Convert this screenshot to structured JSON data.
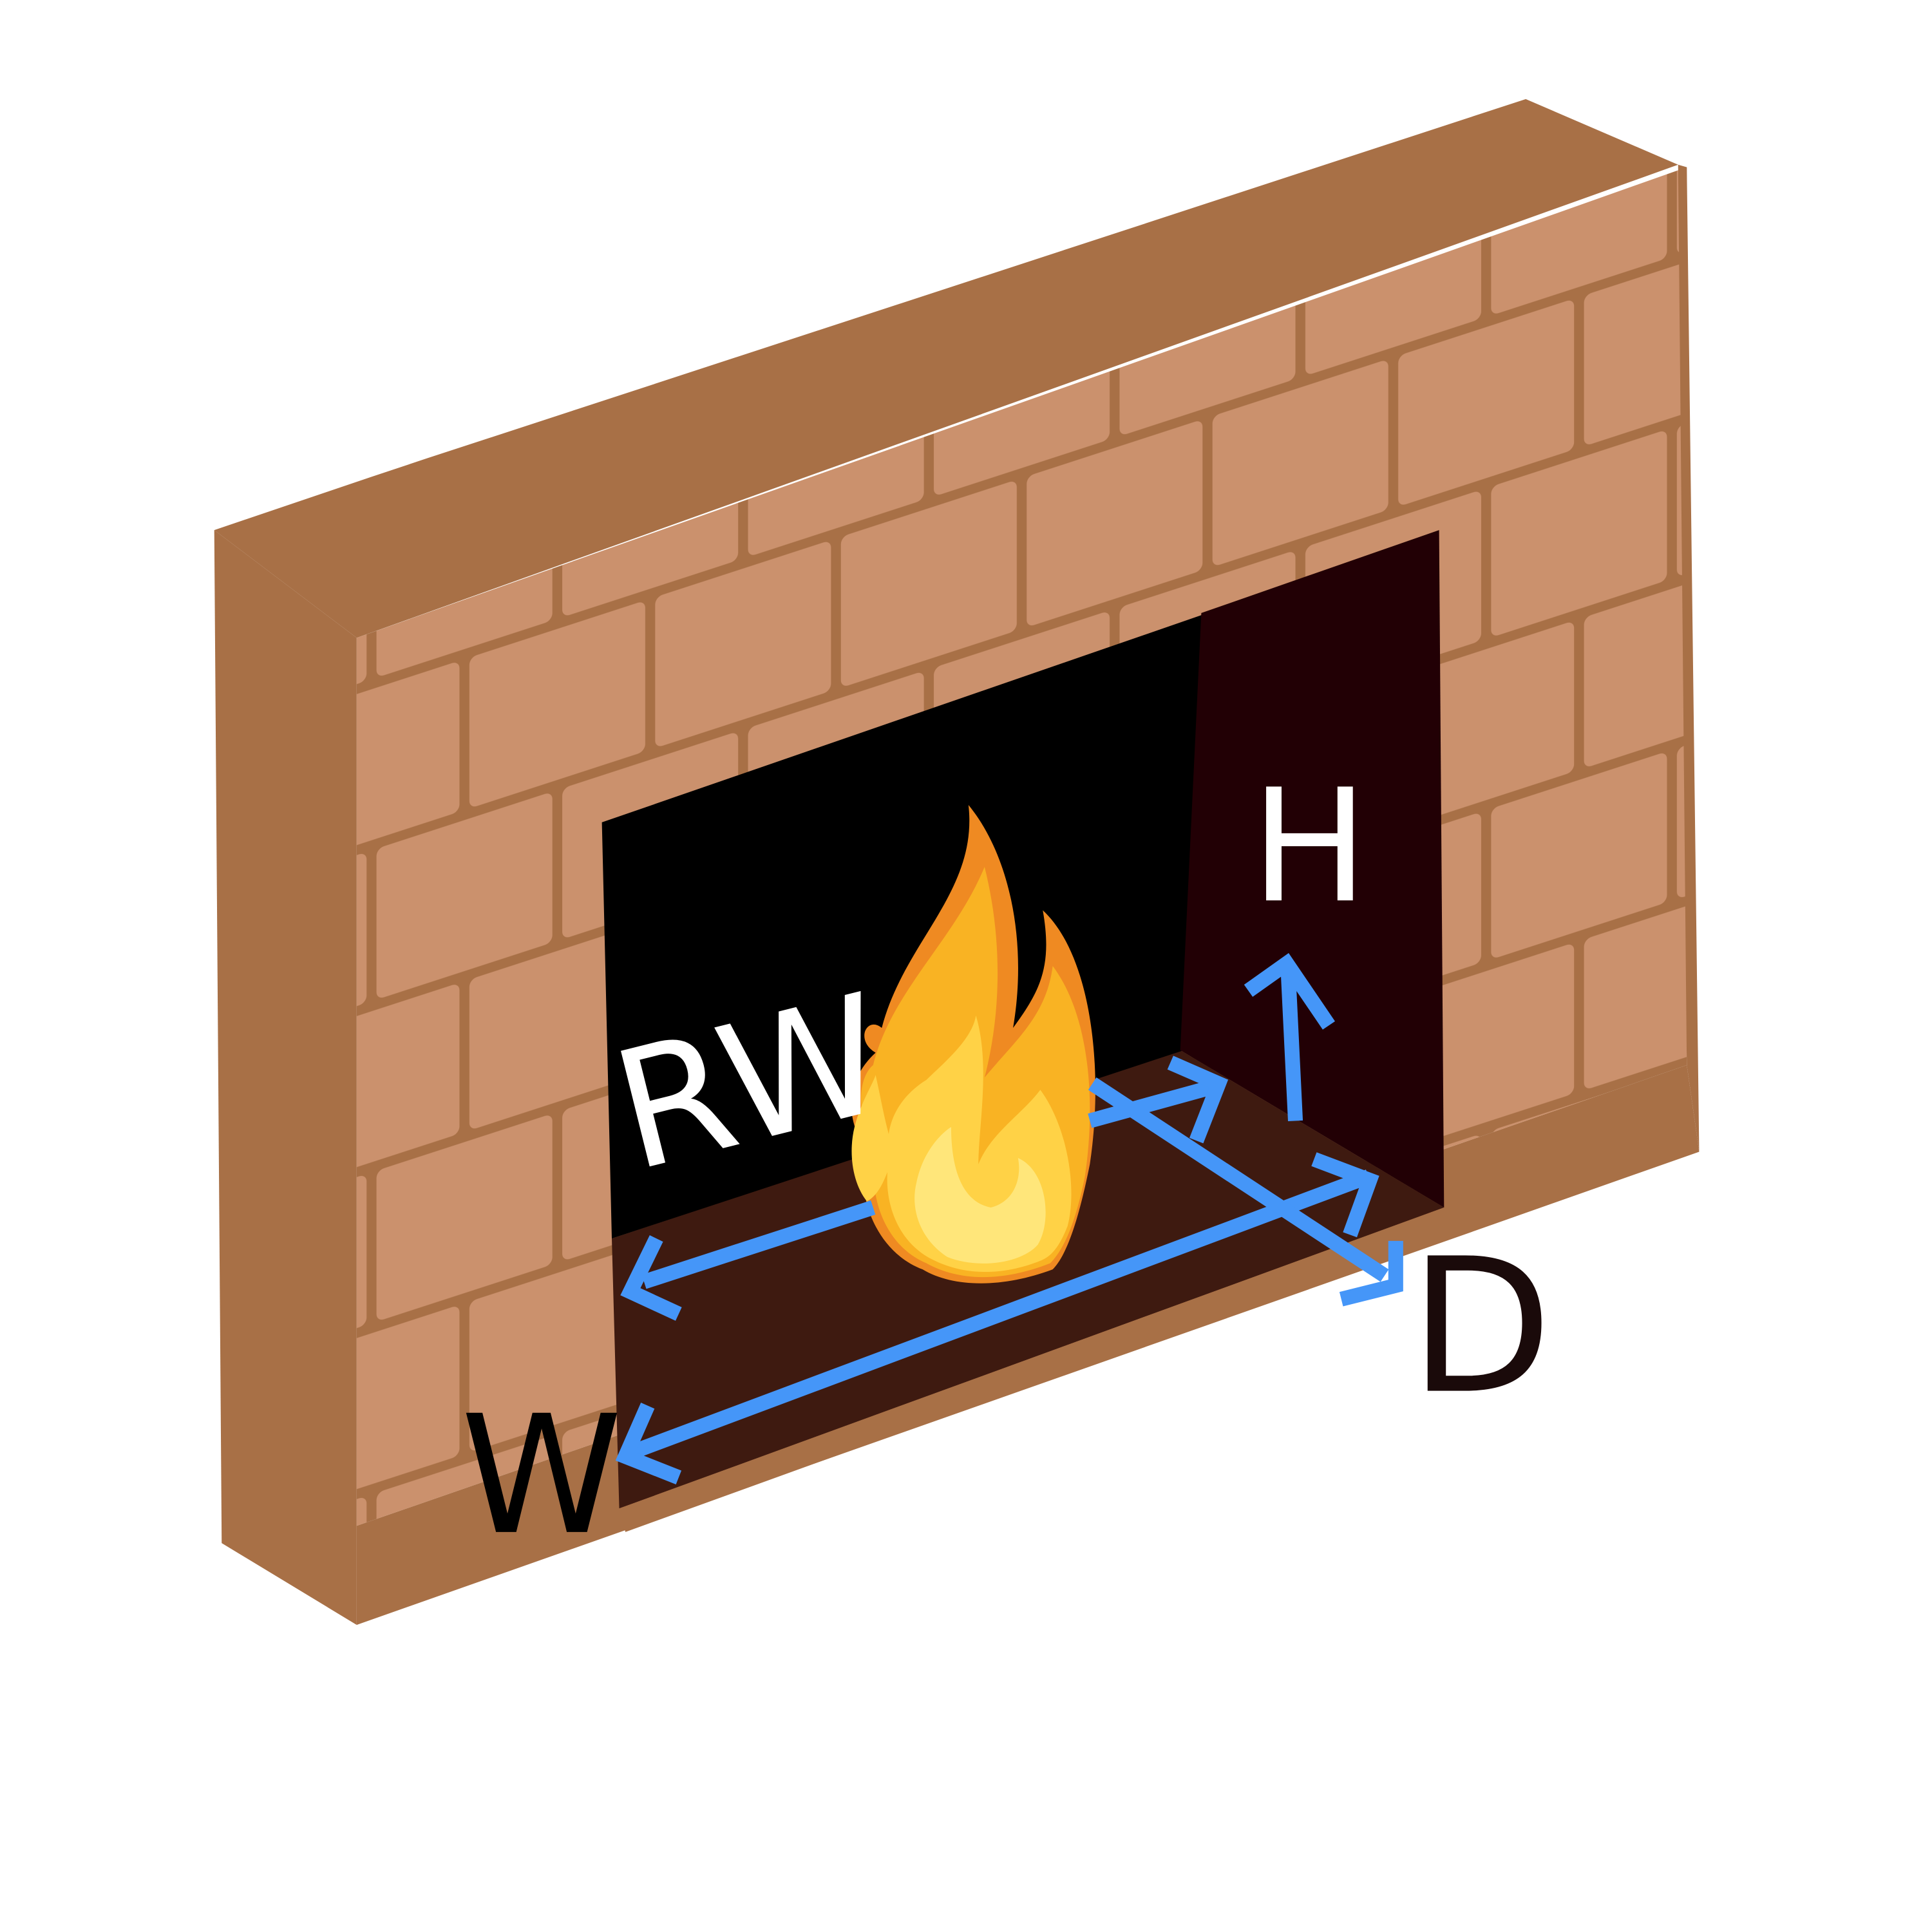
{
  "labels": {
    "rear_width": "RW",
    "height": "H",
    "depth": "D",
    "width": "W"
  },
  "colors": {
    "wall_side": "#a87046",
    "brick_face": "#cb916d",
    "mortar": "#a87046",
    "firebox_back": "#000000",
    "firebox_side": "#220005",
    "hearth_floor": "#3e1a10",
    "arrow": "#4596f8",
    "label_light": "#ffffff",
    "label_dark": "#1a0a0a",
    "flame_outer": "#ef8a22",
    "flame_mid": "#f9b323",
    "flame_inner": "#ffd246",
    "flame_core": "#ffe67a"
  }
}
